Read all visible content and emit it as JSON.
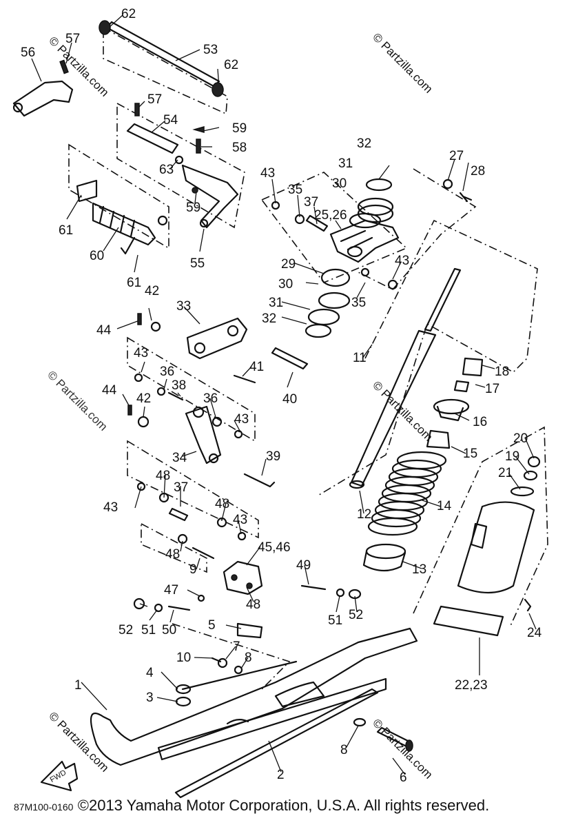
{
  "drawing_code": "87M100-0160",
  "front_marker": "FWD",
  "copyright": "©2013  Yamaha Motor Corporation, U.S.A. All rights reserved.",
  "watermarks": [
    "© Partzilla.com",
    "© Partzilla.com",
    "© Partzilla.com",
    "© Partzilla.com",
    "© Partzilla.com",
    "© Partzilla.com"
  ],
  "callouts": [
    "62",
    "57",
    "53",
    "56",
    "62",
    "57",
    "54",
    "59",
    "58",
    "63",
    "59",
    "61",
    "60",
    "61",
    "55",
    "43",
    "35",
    "37",
    "25,26",
    "32",
    "31",
    "30",
    "27",
    "28",
    "29",
    "30",
    "31",
    "32",
    "35",
    "43",
    "42",
    "33",
    "44",
    "43",
    "36",
    "38",
    "41",
    "40",
    "11",
    "18",
    "17",
    "44",
    "42",
    "36",
    "43",
    "16",
    "34",
    "39",
    "15",
    "20",
    "19",
    "21",
    "43",
    "48",
    "37",
    "12",
    "14",
    "48",
    "43",
    "45,46",
    "48",
    "9",
    "13",
    "49",
    "47",
    "52",
    "51",
    "50",
    "48",
    "51",
    "52",
    "5",
    "24",
    "10",
    "7",
    "8",
    "4",
    "3",
    "1",
    "22,23",
    "8",
    "2",
    "6"
  ],
  "colors": {
    "line": "#111111",
    "watermark": "#c8c8c8",
    "background": "#ffffff"
  }
}
